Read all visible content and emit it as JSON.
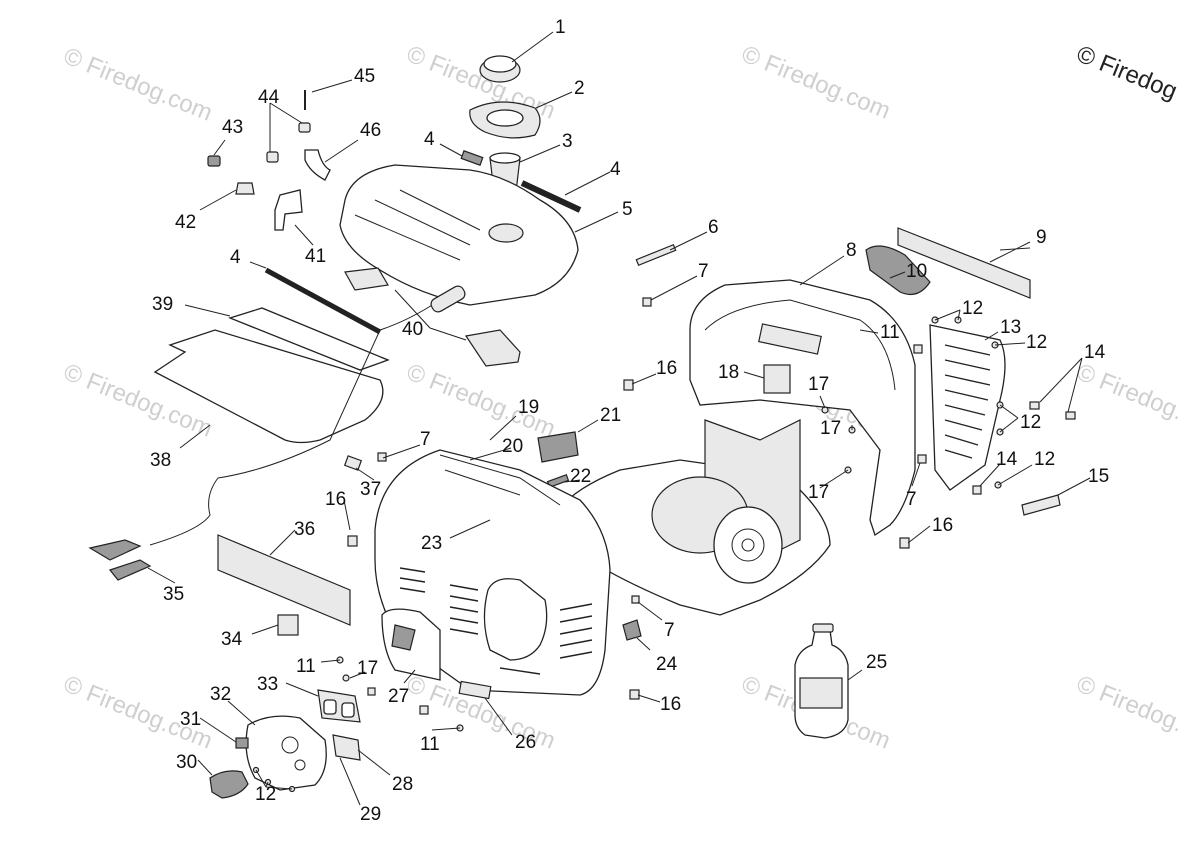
{
  "watermarks": {
    "brand_corner": "© Firedog",
    "repeat_text": "© Firedog.com"
  },
  "callouts": [
    {
      "id": "c1",
      "text": "1"
    },
    {
      "id": "c2",
      "text": "2"
    },
    {
      "id": "c3",
      "text": "3"
    },
    {
      "id": "c4a",
      "text": "4"
    },
    {
      "id": "c4b",
      "text": "4"
    },
    {
      "id": "c4c",
      "text": "4"
    },
    {
      "id": "c5",
      "text": "5"
    },
    {
      "id": "c6",
      "text": "6"
    },
    {
      "id": "c7a",
      "text": "7"
    },
    {
      "id": "c7b",
      "text": "7"
    },
    {
      "id": "c7c",
      "text": "7"
    },
    {
      "id": "c7d",
      "text": "7"
    },
    {
      "id": "c8",
      "text": "8"
    },
    {
      "id": "c9",
      "text": "9"
    },
    {
      "id": "c10",
      "text": "10"
    },
    {
      "id": "c11a",
      "text": "11"
    },
    {
      "id": "c11b",
      "text": "11"
    },
    {
      "id": "c11c",
      "text": "11"
    },
    {
      "id": "c12a",
      "text": "12"
    },
    {
      "id": "c12b",
      "text": "12"
    },
    {
      "id": "c12c",
      "text": "12"
    },
    {
      "id": "c12d",
      "text": "12"
    },
    {
      "id": "c12e",
      "text": "12"
    },
    {
      "id": "c13",
      "text": "13"
    },
    {
      "id": "c14a",
      "text": "14"
    },
    {
      "id": "c14b",
      "text": "14"
    },
    {
      "id": "c15",
      "text": "15"
    },
    {
      "id": "c16a",
      "text": "16"
    },
    {
      "id": "c16b",
      "text": "16"
    },
    {
      "id": "c16c",
      "text": "16"
    },
    {
      "id": "c16d",
      "text": "16"
    },
    {
      "id": "c17a",
      "text": "17"
    },
    {
      "id": "c17b",
      "text": "17"
    },
    {
      "id": "c17c",
      "text": "17"
    },
    {
      "id": "c17d",
      "text": "17"
    },
    {
      "id": "c18",
      "text": "18"
    },
    {
      "id": "c19",
      "text": "19"
    },
    {
      "id": "c20",
      "text": "20"
    },
    {
      "id": "c21",
      "text": "21"
    },
    {
      "id": "c22",
      "text": "22"
    },
    {
      "id": "c23",
      "text": "23"
    },
    {
      "id": "c24",
      "text": "24"
    },
    {
      "id": "c25",
      "text": "25"
    },
    {
      "id": "c26",
      "text": "26"
    },
    {
      "id": "c27",
      "text": "27"
    },
    {
      "id": "c28",
      "text": "28"
    },
    {
      "id": "c29",
      "text": "29"
    },
    {
      "id": "c30",
      "text": "30"
    },
    {
      "id": "c31",
      "text": "31"
    },
    {
      "id": "c32",
      "text": "32"
    },
    {
      "id": "c33",
      "text": "33"
    },
    {
      "id": "c34",
      "text": "34"
    },
    {
      "id": "c35",
      "text": "35"
    },
    {
      "id": "c36",
      "text": "36"
    },
    {
      "id": "c37",
      "text": "37"
    },
    {
      "id": "c38",
      "text": "38"
    },
    {
      "id": "c39",
      "text": "39"
    },
    {
      "id": "c40",
      "text": "40"
    },
    {
      "id": "c41",
      "text": "41"
    },
    {
      "id": "c42",
      "text": "42"
    },
    {
      "id": "c43",
      "text": "43"
    },
    {
      "id": "c44",
      "text": "44"
    },
    {
      "id": "c45",
      "text": "45"
    },
    {
      "id": "c46",
      "text": "46"
    }
  ]
}
